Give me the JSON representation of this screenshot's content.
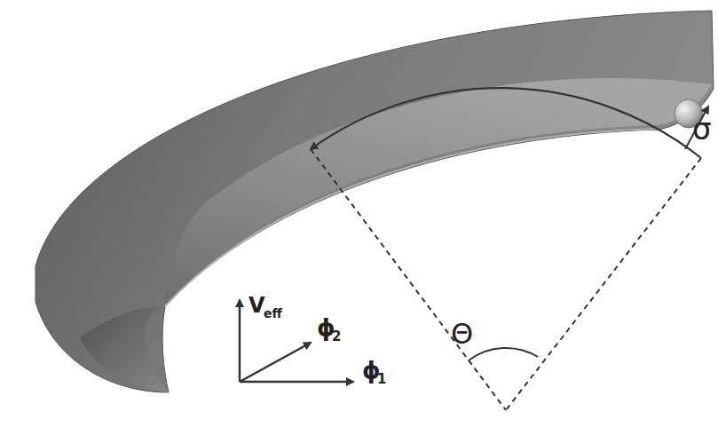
{
  "diagram": {
    "labels": [
      "σ",
      "Θ",
      "V",
      "eff",
      "ϕ",
      "2",
      "ϕ",
      "1"
    ]
  }
}
